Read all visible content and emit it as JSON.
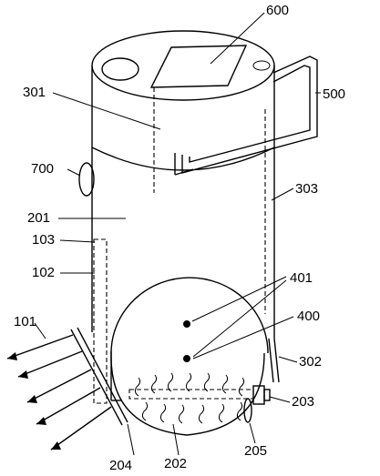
{
  "labels": {
    "l600": "600",
    "l301": "301",
    "l500": "500",
    "l700": "700",
    "l303": "303",
    "l201": "201",
    "l103": "103",
    "l102": "102",
    "l401": "401",
    "l400": "400",
    "l101": "101",
    "l302": "302",
    "l203": "203",
    "l204": "204",
    "l202": "202",
    "l205": "205"
  }
}
